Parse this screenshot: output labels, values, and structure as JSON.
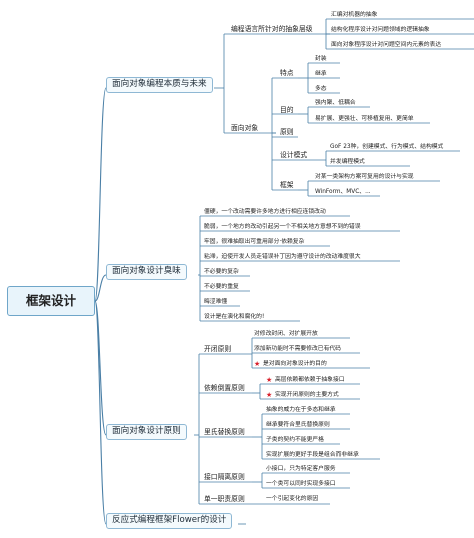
{
  "central": "框架设计",
  "topics": {
    "t1": "面向对象编程本质与未来",
    "t2": "面向对象设计臭味",
    "t3": "面向对象设计原则",
    "t4": "反应式编程框架Flower的设计"
  },
  "t1": {
    "abstraction": "编程语言所针对的抽象层级",
    "abs_items": [
      "汇编对机器的抽象",
      "结构化程序设计对问题领域的逻辑抽象",
      "面向对象程序设计对问题空间内元素的表达"
    ],
    "oo": "面向对象",
    "features": "特点",
    "feature_items": [
      "封装",
      "继承",
      "多态"
    ],
    "goal": "目的",
    "goal_items": [
      "强内聚、低耦合",
      "易扩展、更强壮、可移植复用、更简单"
    ],
    "principle": "原则",
    "patterns": "设计模式",
    "pattern_items": [
      "GoF 23种，创建模式、行为模式、结构模式",
      "并发编程模式"
    ],
    "framework": "框架",
    "framework_items": [
      "对某一类架构方案可复用的设计与实现",
      "WinForm、MVC、..."
    ]
  },
  "t2": {
    "items": [
      "僵硬，一个改动需要许多地方进行相应连锁改动",
      "脆弱，一个地方的改动引起另一个不相关地方意想不到的错误",
      "牢固，很难抽取出可重用部分·依赖复杂",
      "粘滞，迫使开发人员走错误补丁因为遵守设计的改动难度很大",
      "不必要的复杂",
      "不必要的重复",
      "晦涩难懂",
      "设计是在演化和腐化的!"
    ]
  },
  "t3": {
    "ocp": "开闭原则",
    "ocp_items": [
      "对修改封闭、对扩展开放",
      "添加新功能时不需要修改已有代码",
      "是对面向对象设计的目的"
    ],
    "dip": "依赖倒置原则",
    "dip_items": [
      "高层依赖都依赖于抽象接口",
      "实现开闭原则的主要方式"
    ],
    "lsp": "里氏替换原则",
    "lsp_items": [
      "抽象的威力在于多态和继承",
      "继承要符合里氏替换原则",
      "子类的契约不能更严格",
      "实现扩展的更好手段是组合而非继承"
    ],
    "isp": "接口隔离原则",
    "isp_items": [
      "小接口，只为特定客户服务",
      "一个类可以同时实现多接口"
    ],
    "srp": "单一职责原则",
    "srp_items": [
      "一个引起变化的原因"
    ]
  },
  "colors": {
    "line": "#4a7fa6",
    "box_border": "#8fb8d4",
    "star": "#d9202b"
  }
}
